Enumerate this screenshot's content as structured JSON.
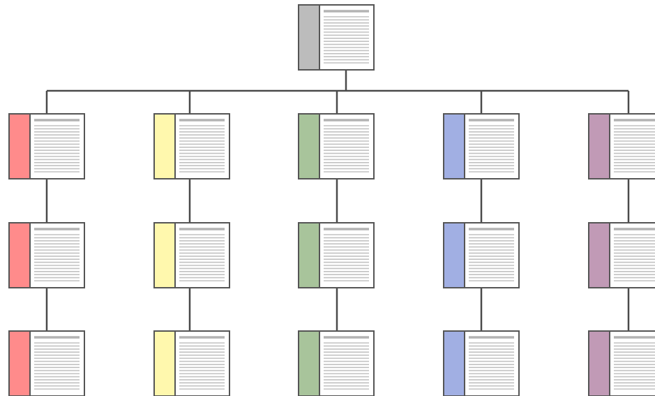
{
  "diagram": {
    "line_color": "#4a4a4a",
    "card_background": "#ffffff",
    "card_border": "#555555",
    "text_line_heading_color": "#b3b3b3",
    "text_line_color": "#c2c2c2",
    "root": {
      "accent": "#bcbcbc"
    },
    "columns": [
      {
        "accent": "#ff8b8b",
        "levels": 3
      },
      {
        "accent": "#fff8ad",
        "levels": 3
      },
      {
        "accent": "#a8c49b",
        "levels": 3
      },
      {
        "accent": "#a1afe3",
        "levels": 3
      },
      {
        "accent": "#c19ab6",
        "levels": 3
      }
    ]
  }
}
